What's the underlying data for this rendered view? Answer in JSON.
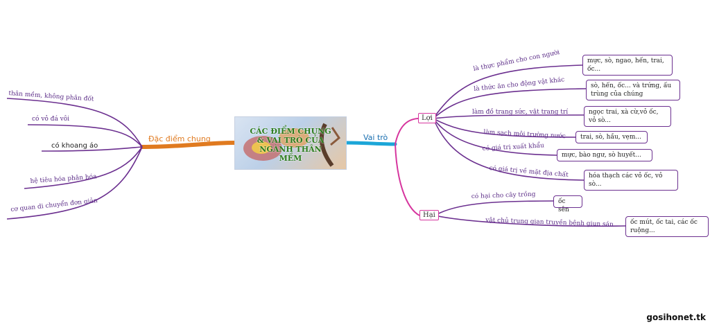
{
  "center": {
    "title": "CÁC ĐIỂM CHUNG & VAI TRÒ CỦA NGÀNH THÂN MỀM"
  },
  "left_branch": {
    "label": "Đặc điểm chung",
    "items": [
      "thân mềm, không phân đốt",
      "có vỏ đá vôi",
      "có khoang áo",
      "hệ tiêu hóa phân hóa",
      "cơ quan di chuyển đơn giản"
    ]
  },
  "right_branch": {
    "label": "Vai trò",
    "loi": {
      "label": "Lợi",
      "items": [
        {
          "label": "là thực phẩm cho con người",
          "detail": "mực, sò, ngao, hến, trai, ốc..."
        },
        {
          "label": "là thức ăn cho động vật khác",
          "detail": "sò, hến, ốc... và trứng, ấu trùng của chúng"
        },
        {
          "label": "làm đồ trang sức, vật trang trí",
          "detail": "ngọc trai, xà cừ,vỏ ốc, vỏ sò..."
        },
        {
          "label": "làm sạch môi trường nước",
          "detail": "trai, sò, hầu, vẹm..."
        },
        {
          "label": "có giá trị xuất khẩu",
          "detail": "mực, bào ngư, sò huyết..."
        },
        {
          "label": "có giá trị về mặt địa chất",
          "detail": "hóa thạch các vỏ ốc, vỏ sò..."
        }
      ]
    },
    "hai": {
      "label": "Hại",
      "items": [
        {
          "label": "có hại cho cây trồng",
          "detail": "ốc sên"
        },
        {
          "label": "vật chủ trung gian truyền bệnh giun sán",
          "detail": "ốc mút, ốc tai, các ốc ruộng..."
        }
      ]
    }
  },
  "watermark": "gosihonet.tk",
  "colors": {
    "purple": "#6b2f8f",
    "orange": "#e07a1f",
    "blue": "#1ca6d8",
    "magenta": "#d6359e"
  }
}
